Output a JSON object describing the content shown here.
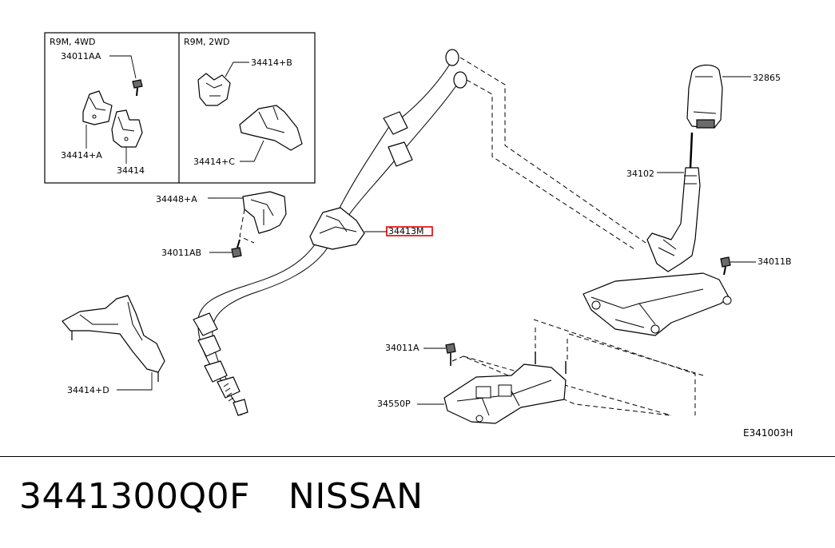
{
  "inset": {
    "left_title": "R9M, 4WD",
    "right_title": "R9M, 2WD"
  },
  "labels": {
    "p34011AA": "34011AA",
    "p34414A": "34414+A",
    "p34414": "34414",
    "p34414B": "34414+B",
    "p34414C": "34414+C",
    "p34448A": "34448+A",
    "p34011AB": "34011AB",
    "p34413M": "34413M",
    "p34414D": "34414+D",
    "p32865": "32865",
    "p34102": "34102",
    "p34011B": "34011B",
    "p34011A": "34011A",
    "p34550P": "34550P",
    "drawing_code": "E341003H"
  },
  "highlight_color": "#e00000",
  "footer": {
    "part_number": "3441300Q0F",
    "brand": "NISSAN"
  }
}
